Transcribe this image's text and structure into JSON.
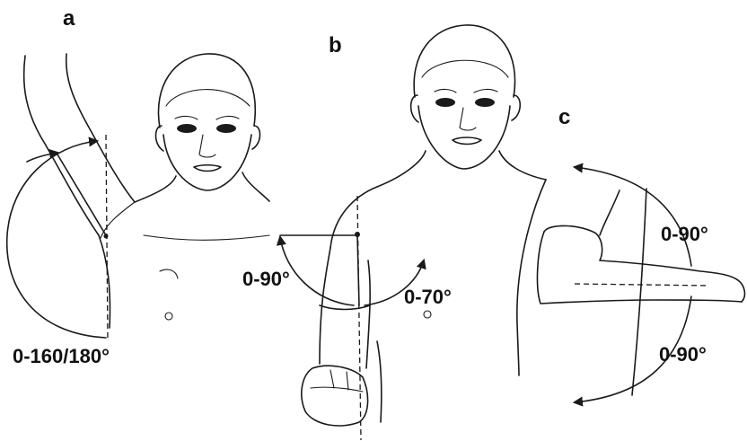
{
  "panels": [
    {
      "letter": "a",
      "labels": [
        "0-160/180°"
      ]
    },
    {
      "letter": "b",
      "labels": [
        "0-90°",
        "0-70°"
      ]
    },
    {
      "letter": "c",
      "labels": [
        "0-90°",
        "0-90°"
      ]
    }
  ],
  "colors": {
    "ink": "#1a1a1a",
    "background": "#ffffff"
  }
}
